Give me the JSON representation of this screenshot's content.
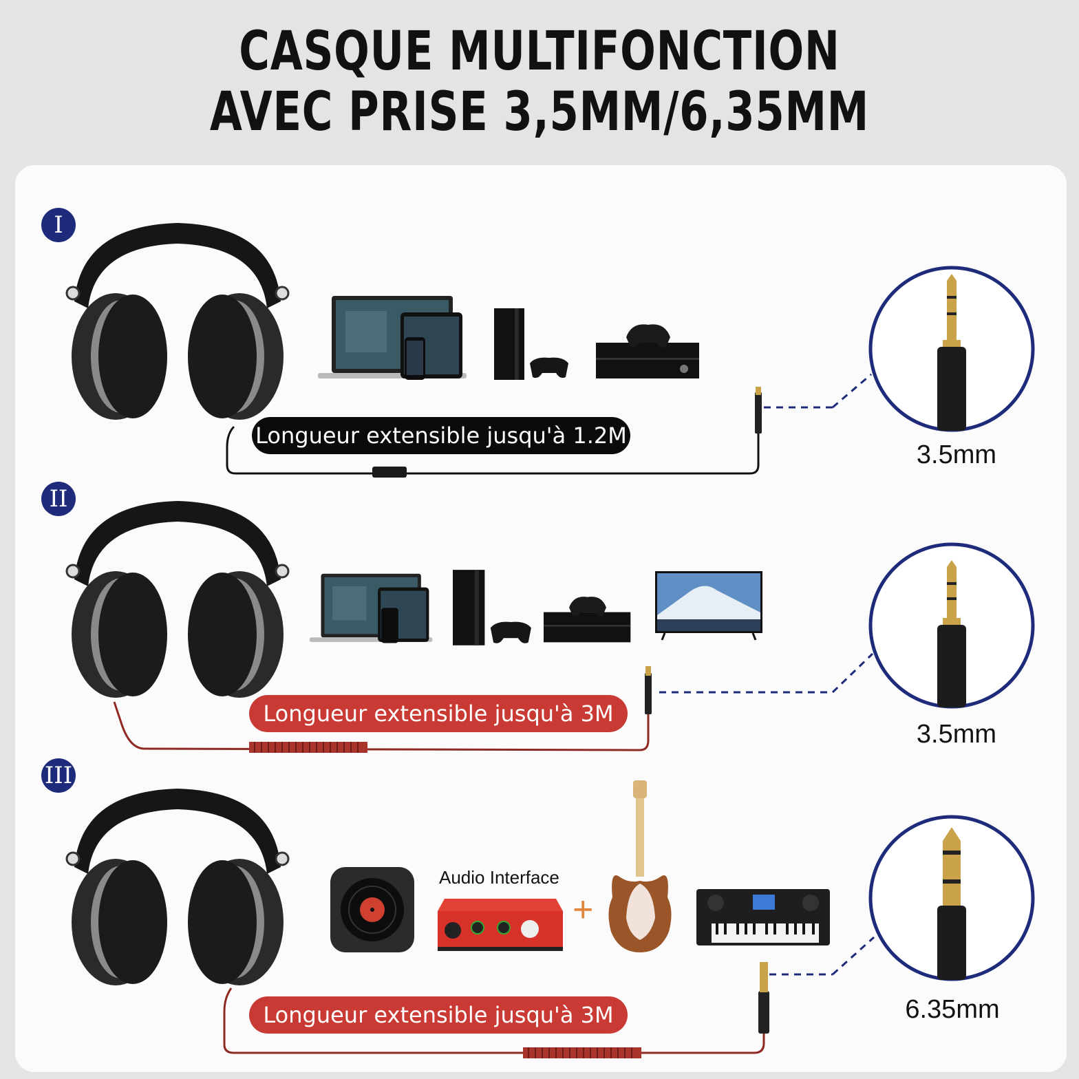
{
  "header": {
    "line1": "CASQUE MULTIFONCTION",
    "line2": "AVEC PRISE 3,5MM/6,35MM"
  },
  "rows": [
    {
      "numeral": "I",
      "cable_label": "Longueur extensible jusqu'à 1.2M",
      "plug_size": "3.5mm",
      "cable_color": "#111111",
      "devices": [
        "laptop-tablet-phone",
        "game-console-playstation",
        "game-console-xbox"
      ]
    },
    {
      "numeral": "II",
      "cable_label": "Longueur extensible jusqu'à 3M",
      "plug_size": "3.5mm",
      "cable_color": "#8e2a22",
      "devices": [
        "laptop-tablet-phone",
        "game-console-playstation",
        "game-console-xbox",
        "television"
      ]
    },
    {
      "numeral": "III",
      "cable_label": "Longueur extensible jusqu'à 3M",
      "plug_size": "6.35mm",
      "cable_color": "#8e2a22",
      "devices": [
        "turntable-app",
        "audio-interface",
        "electric-guitar",
        "keyboard-synth"
      ],
      "audio_interface_label": "Audio Interface",
      "plus_sign": "+"
    }
  ],
  "colors": {
    "accent_blue": "#1e2b7a",
    "pill_red": "#c93a34",
    "pill_black": "#0b0b0b",
    "plug_gold": "#c9a24a"
  }
}
